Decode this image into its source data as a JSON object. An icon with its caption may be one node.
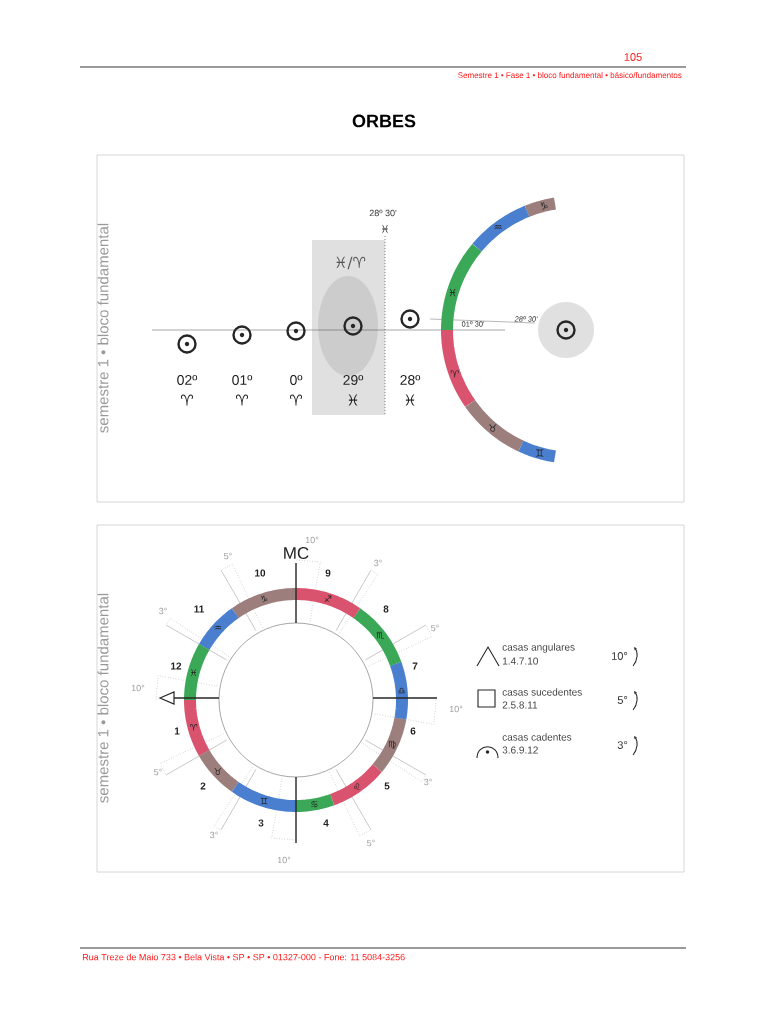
{
  "diagram": {
    "title": "ORBES",
    "labels": [
      "105",
      "Semestre 1 • Fase 1 • bloco fundamental • básico/fundamentos",
      "semestre 1 • bloco fundamental",
      "28º 30'",
      "♓",
      "♓/♈",
      "01º 30'",
      "28º 30'",
      "02º",
      "♈",
      "01º",
      "♈",
      "0º",
      "♈",
      "29º",
      "♓",
      "28º",
      "♓",
      "♑",
      "♒",
      "♓",
      "♈",
      "♉",
      "♊",
      "semestre 1 • bloco fundamental",
      "MC",
      "1",
      "2",
      "3",
      "4",
      "5",
      "6",
      "7",
      "8",
      "9",
      "10",
      "11",
      "12",
      "10°",
      "5°",
      "3°",
      "3°",
      "5°",
      "10°",
      "10°",
      "5°",
      "3°",
      "3°",
      "5°",
      "10°",
      "♈",
      "♉",
      "♊",
      "♋",
      "♌",
      "♍",
      "♎",
      "♏",
      "♐",
      "♑",
      "♒",
      "♓",
      "casas angulares",
      "1.4.7.10",
      "10°",
      "casas sucedentes",
      "2.5.8.11",
      "5°",
      "casas cadentes",
      "3.6.9.12",
      "3°",
      "Rua Treze de Maio 733 • Bela Vista • SP • SP • 01327-000 - Fone: 11 5084-3256"
    ]
  }
}
